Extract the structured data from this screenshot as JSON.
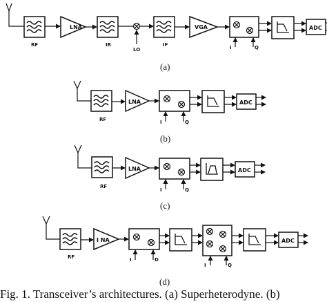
{
  "diagram": {
    "block_labels": {
      "lna": "LNA",
      "lna_alt": "I NA",
      "vga": "VGA",
      "adc": "ADC"
    },
    "signal_labels": {
      "rf": "RF",
      "ir": "IR",
      "if": "IF",
      "lo": "LO",
      "i": "I",
      "q": "Q",
      "q_alt": "D"
    },
    "panel_labels": {
      "a": "(a)",
      "b": "(b)",
      "c": "(c)",
      "d": "(d)"
    },
    "caption": "Fig. 1. Transceiver’s architectures. (a) Superheterodyne. (b)"
  }
}
